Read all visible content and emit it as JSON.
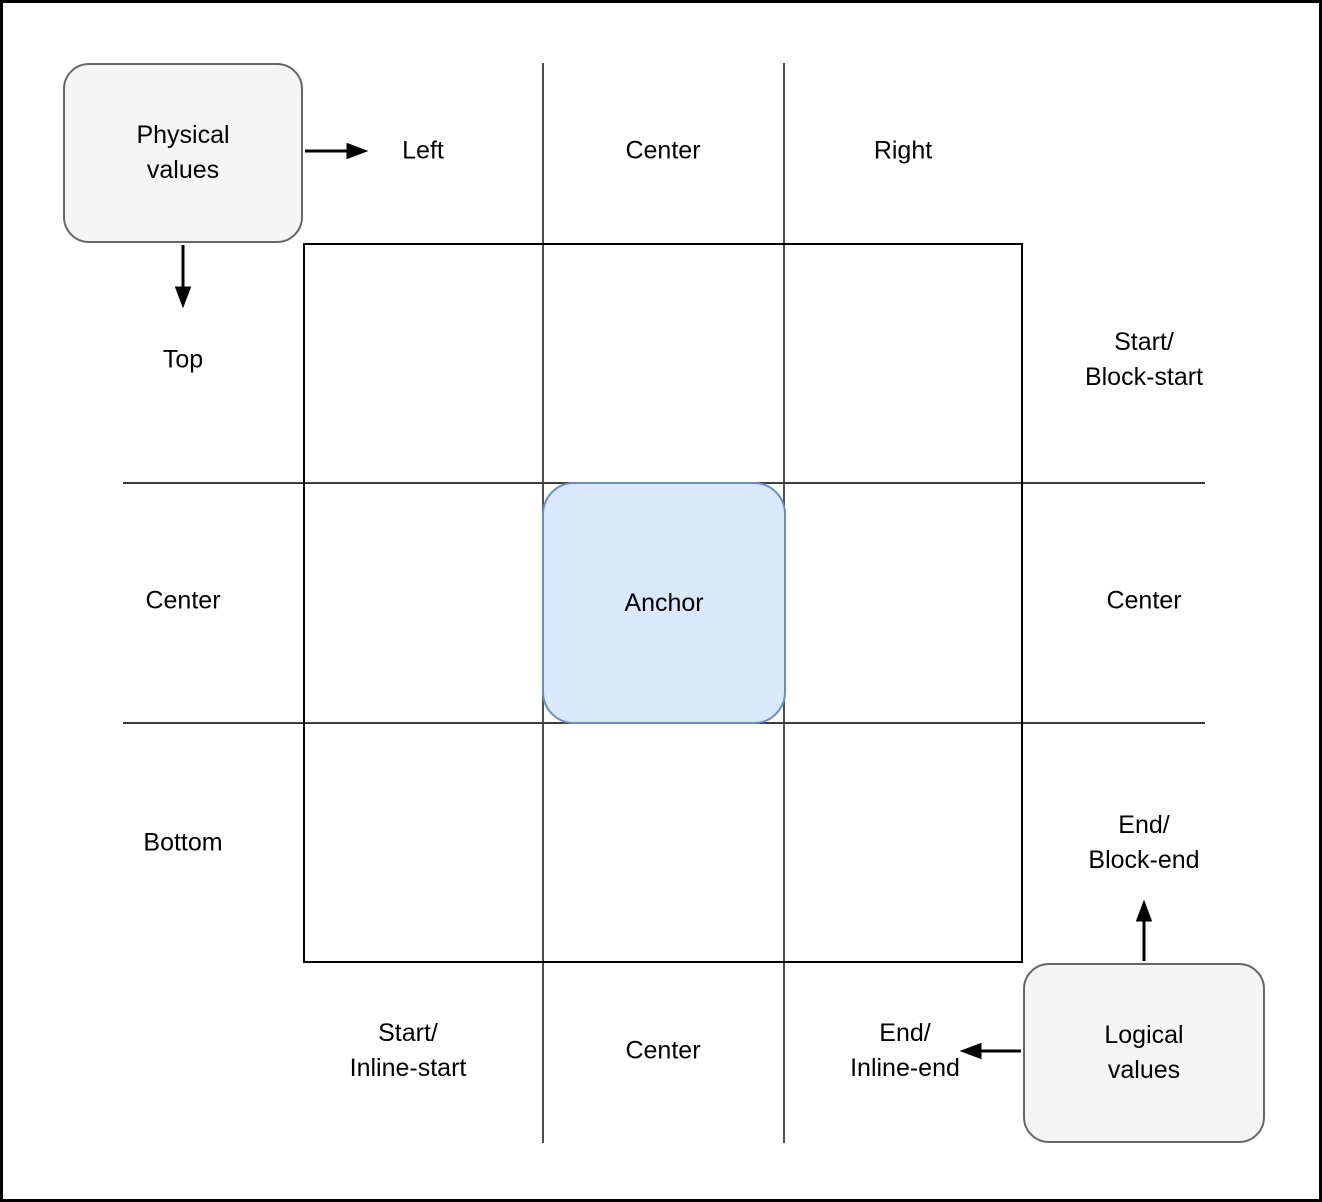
{
  "diagram": {
    "description": "CSS anchor positioning: physical vs logical values grid",
    "colors": {
      "anchor_fill": "#dae8fc",
      "anchor_stroke": "#6c8ebf",
      "legend_fill": "#f5f5f5",
      "legend_stroke": "#666666",
      "grid_line": "#4d4d4d",
      "frame": "#000000",
      "text": "#000000"
    },
    "labels": {
      "physical_values": "Physical\nvalues",
      "logical_values": "Logical\nvalues",
      "anchor": "Anchor",
      "col_left": "Left",
      "col_center": "Center",
      "col_right": "Right",
      "row_top": "Top",
      "row_center": "Center",
      "row_bottom": "Bottom",
      "logical_row_start": "Start/\nBlock-start",
      "logical_row_center": "Center",
      "logical_row_end": "End/\nBlock-end",
      "logical_col_start": "Start/\nInline-start",
      "logical_col_center": "Center",
      "logical_col_end": "End/\nInline-end"
    }
  }
}
